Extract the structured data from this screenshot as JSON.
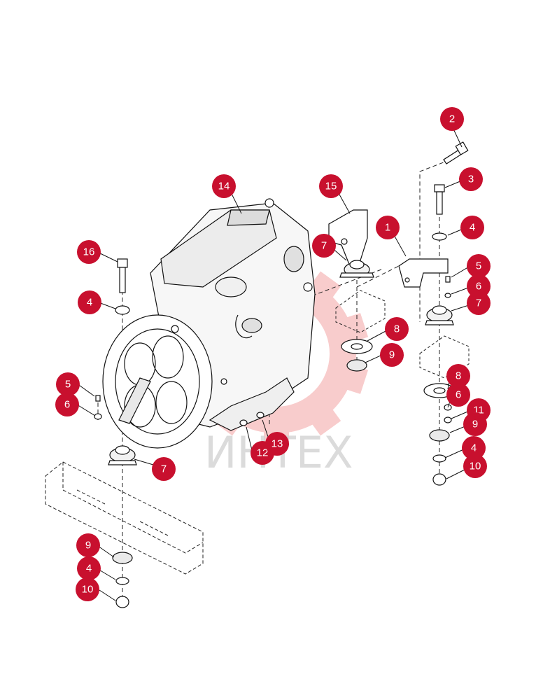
{
  "watermark": {
    "text": "ИНТЕХ"
  },
  "colors": {
    "callout": "#c8102e",
    "line": "#222222",
    "watermark_gear": "#e84a4a"
  },
  "callouts": [
    {
      "id": "c-2",
      "label": "2"
    },
    {
      "id": "c-3",
      "label": "3"
    },
    {
      "id": "c-14",
      "label": "14"
    },
    {
      "id": "c-15",
      "label": "15"
    },
    {
      "id": "c-1",
      "label": "1"
    },
    {
      "id": "c-4a",
      "label": "4"
    },
    {
      "id": "c-7a",
      "label": "7"
    },
    {
      "id": "c-16",
      "label": "16"
    },
    {
      "id": "c-5a",
      "label": "5"
    },
    {
      "id": "c-6a",
      "label": "6"
    },
    {
      "id": "c-7b",
      "label": "7"
    },
    {
      "id": "c-4b",
      "label": "4"
    },
    {
      "id": "c-8a",
      "label": "8"
    },
    {
      "id": "c-9a",
      "label": "9"
    },
    {
      "id": "c-8b",
      "label": "8"
    },
    {
      "id": "c-6b",
      "label": "6"
    },
    {
      "id": "c-11",
      "label": "11"
    },
    {
      "id": "c-9b",
      "label": "9"
    },
    {
      "id": "c-4c",
      "label": "4"
    },
    {
      "id": "c-10a",
      "label": "10"
    },
    {
      "id": "c-5b",
      "label": "5"
    },
    {
      "id": "c-6c",
      "label": "6"
    },
    {
      "id": "c-12",
      "label": "12"
    },
    {
      "id": "c-13",
      "label": "13"
    },
    {
      "id": "c-7c",
      "label": "7"
    },
    {
      "id": "c-9c",
      "label": "9"
    },
    {
      "id": "c-4d",
      "label": "4"
    },
    {
      "id": "c-10b",
      "label": "10"
    }
  ]
}
